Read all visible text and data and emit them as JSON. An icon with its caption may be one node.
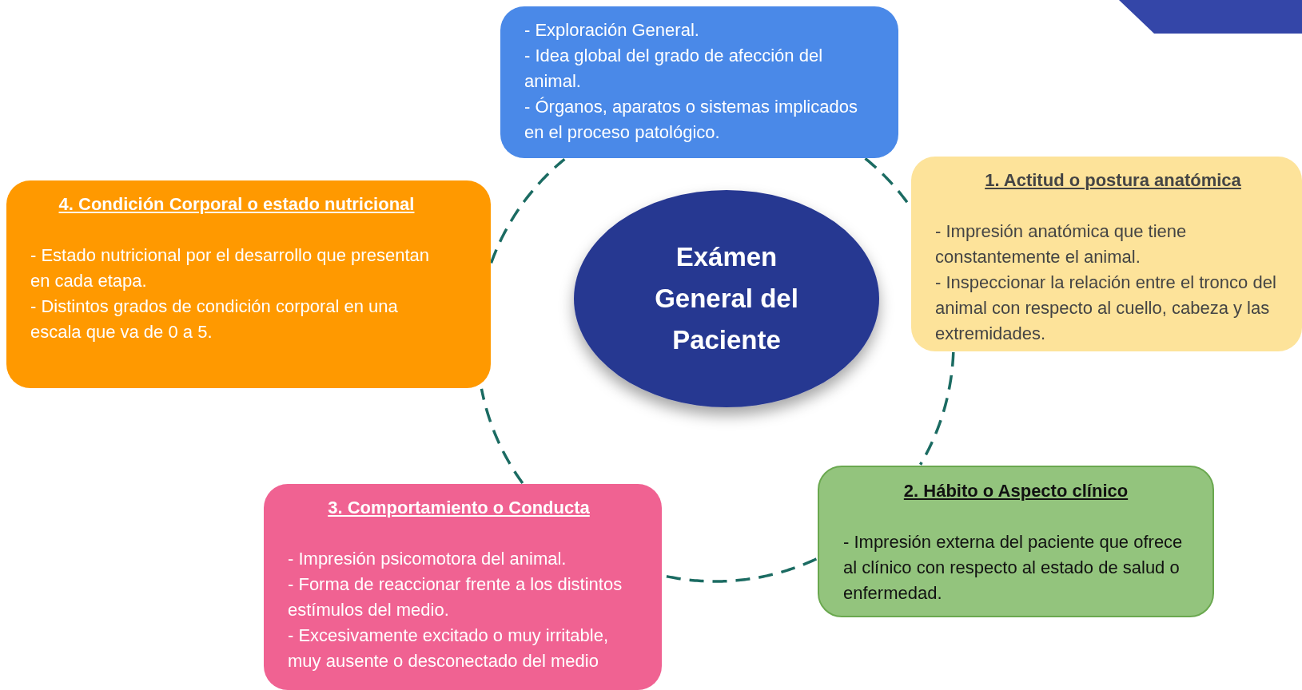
{
  "diagram": {
    "nodes": [
      {
        "text": [
          "- Exploración General.",
          "- Idea global del grado de afección del animal.",
          "- Órganos, aparatos o sistemas implicados en el proceso patológico."
        ]
      },
      {
        "text": [
          "1. Actitud o postura anatómica",
          "- Impresión anatómica que tiene constantemente el animal.",
          "- Inspeccionar la relación entre el tronco del animal con respecto al cuello, cabeza y las extremidades."
        ]
      },
      {
        "text": [
          "2. Hábito o Aspecto clínico",
          "- Impresión externa del paciente que ofrece al clínico con respecto al estado de salud o enfermedad."
        ]
      },
      {
        "text": [
          "3. Comportamiento o Conducta",
          "- Impresión psicomotora del animal.",
          "- Forma de reaccionar frente a los distintos estímulos del medio.",
          "- Excesivamente excitado o muy irritable, muy ausente o desconectado del medio"
        ]
      },
      {
        "text": [
          "4. Condición Corporal o estado nutricional",
          "- Estado nutricional por el desarrollo que presentan en cada etapa.",
          "- Distintos grados de condición corporal en una escala que va de 0 a 5."
        ]
      },
      {
        "text": [
          "Exámen General del Paciente"
        ]
      }
    ],
    "edges": [
      {
        "from": 0,
        "to": 1,
        "arrow": "none",
        "style": "dashed"
      },
      {
        "from": 1,
        "to": 2,
        "arrow": "none",
        "style": "dashed"
      },
      {
        "from": 2,
        "to": 3,
        "arrow": "none",
        "style": "dashed"
      },
      {
        "from": 3,
        "to": 4,
        "arrow": "none",
        "style": "dashed"
      },
      {
        "from": 4,
        "to": 0,
        "arrow": "none",
        "style": "dashed"
      }
    ]
  }
}
